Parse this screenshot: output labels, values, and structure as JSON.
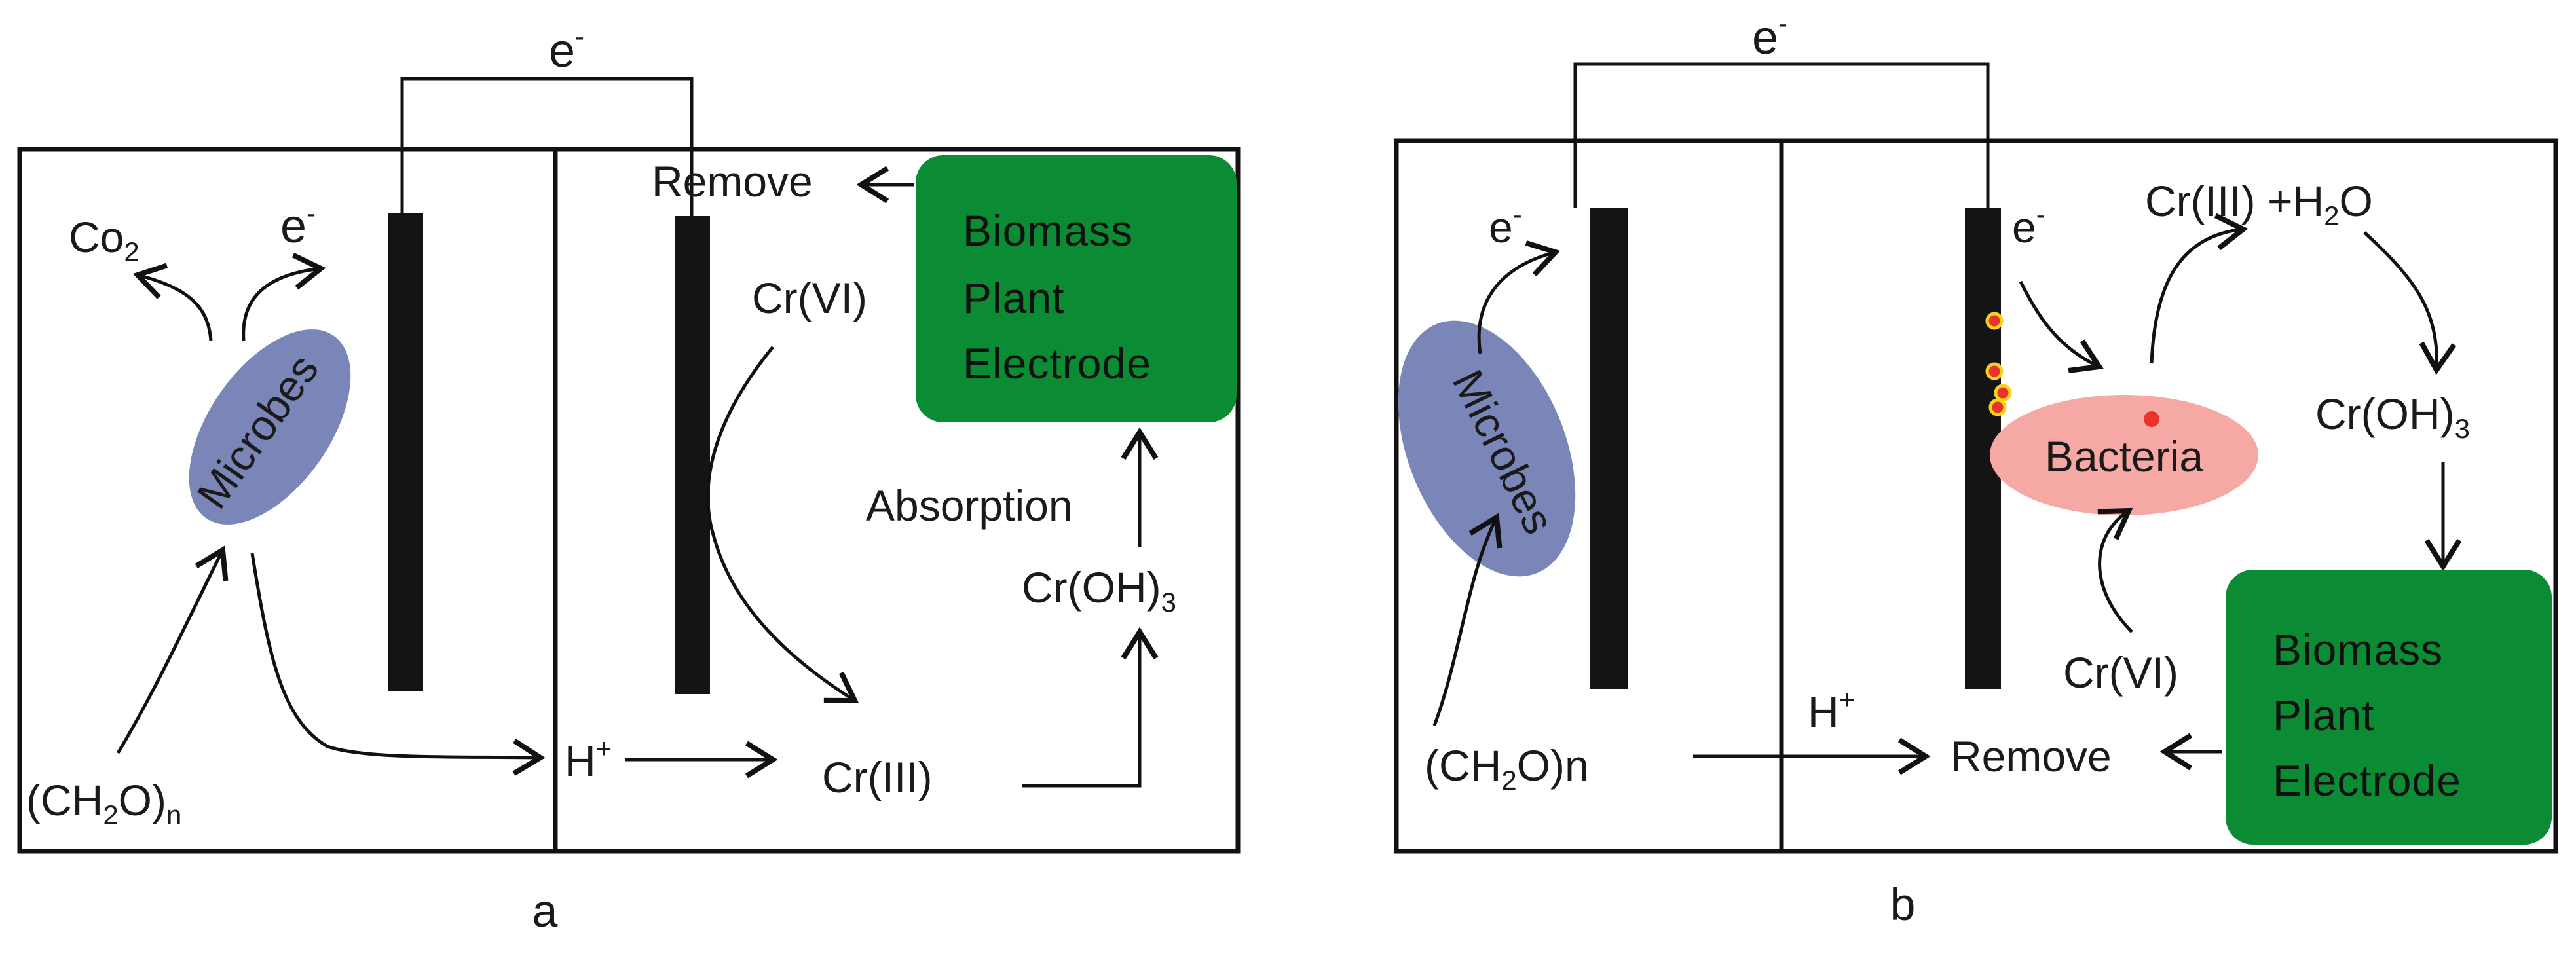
{
  "panel_a": {
    "panel_label": "a",
    "electron_top": "e",
    "electron_sup": "-",
    "co2": "Co",
    "co2_sub": "2",
    "electron_left": "e",
    "electron_left_sup": "-",
    "microbes": "Microbes",
    "substrate": "(CH",
    "substrate_sub": "2",
    "substrate_mid": "O)",
    "substrate_n": "n",
    "remove": "Remove",
    "cr6": "Cr(VI)",
    "biomass_box": [
      "Biomass",
      "Plant",
      "Electrode"
    ],
    "absorption": "Absorption",
    "croh3": "Cr(OH)",
    "croh3_sub": "3",
    "proton": "H",
    "proton_sup": "+",
    "cr3": "Cr(III)"
  },
  "panel_b": {
    "panel_label": "b",
    "electron_top": "e",
    "electron_sup": "-",
    "electron_left": "e",
    "electron_left_sup": "-",
    "electron_right": "e",
    "electron_right_sup": "-",
    "microbes": "Microbes",
    "substrate": "(CH",
    "substrate_sub": "2",
    "substrate_tail": "O)n",
    "proton": "H",
    "proton_sup": "+",
    "remove": "Remove",
    "bacteria": "Bacteria",
    "cr6": "Cr(VI)",
    "cr3_h2o": "Cr(III) +H",
    "cr3_h2o_sub": "2",
    "cr3_h2o_tail": "O",
    "croh3": "Cr(OH)",
    "croh3_sub": "3",
    "biomass_box": [
      "Biomass",
      "Plant",
      "Electrode"
    ]
  },
  "colors": {
    "microbes": "#7b86b8",
    "bacteria": "#f5a8a4",
    "biomass": "#0b8b33",
    "electrode": "#141414",
    "dot_red": "#e8322c",
    "dot_yellow": "#f2d21b"
  }
}
